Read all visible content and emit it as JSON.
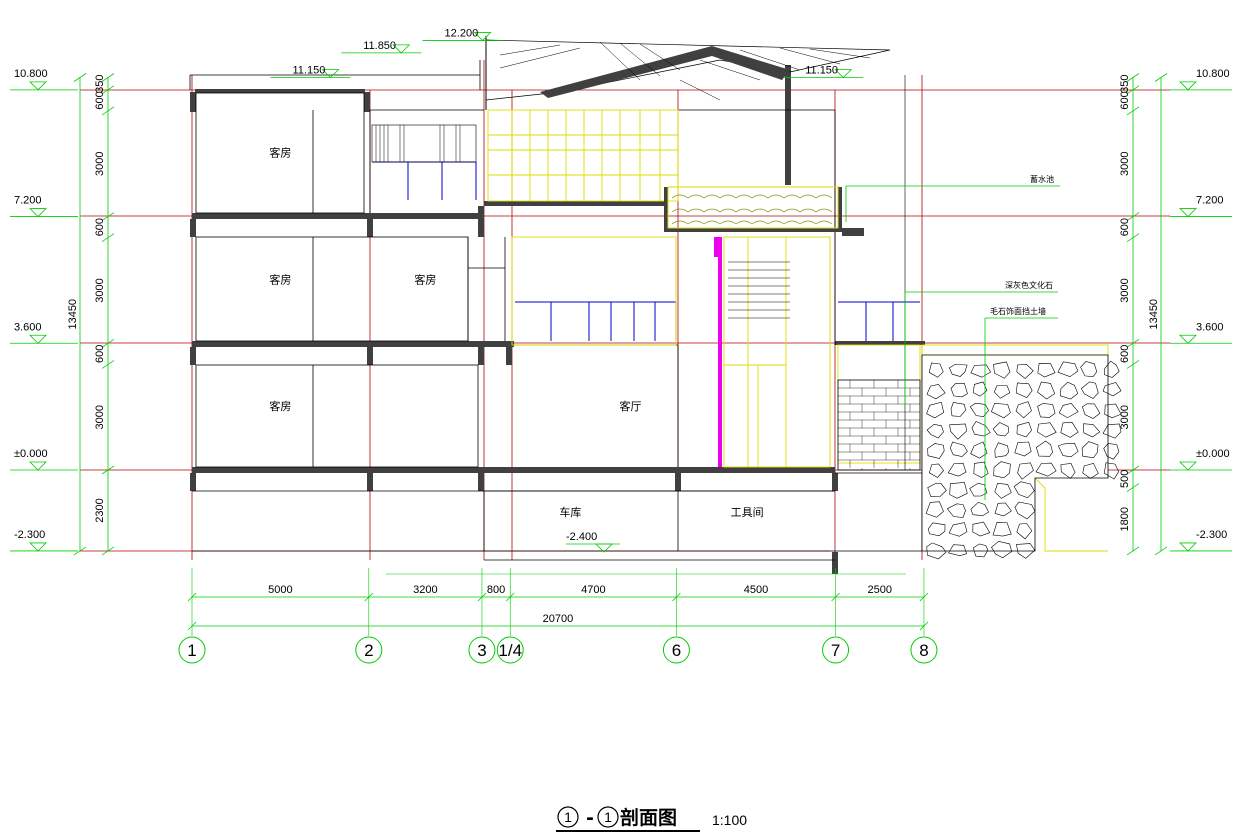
{
  "levels_left": [
    {
      "label": "10.800",
      "yv": 10.8
    },
    {
      "label": "7.200",
      "yv": 7.2
    },
    {
      "label": "3.600",
      "yv": 3.6
    },
    {
      "label": "±0.000",
      "yv": 0.0
    },
    {
      "label": "-2.300",
      "yv": -2.3
    }
  ],
  "levels_right": [
    {
      "label": "10.800",
      "yv": 10.8
    },
    {
      "label": "7.200",
      "yv": 7.2
    },
    {
      "label": "3.600",
      "yv": 3.6
    },
    {
      "label": "±0.000",
      "yv": 0.0
    },
    {
      "label": "-2.300",
      "yv": -2.3
    }
  ],
  "top_levels": [
    {
      "label": "12.200",
      "yv": 12.2,
      "xv": 8.5
    },
    {
      "label": "11.850",
      "yv": 11.85,
      "xv": 6.2
    },
    {
      "label": "11.150",
      "yv": 11.15,
      "xv": 4.2
    },
    {
      "label": "11.150",
      "yv": 11.15,
      "xv": 18.7
    }
  ],
  "vertical_dims_left": [
    "350",
    "600",
    "3000",
    "600",
    "3000",
    "600",
    "3000",
    "2300"
  ],
  "vertical_dims_right": [
    "350",
    "600",
    "3000",
    "600",
    "3000",
    "600",
    "3000",
    "500",
    "1800"
  ],
  "vertical_total": "13450",
  "horizontal_dims": [
    "5000",
    "3200",
    "800",
    "4700",
    "4500",
    "2500"
  ],
  "horizontal_total": "20700",
  "axes": [
    {
      "label": "1",
      "xv": 0
    },
    {
      "label": "2",
      "xv": 5.0
    },
    {
      "label": "3",
      "xv": 8.2
    },
    {
      "label": "1/4",
      "xv": 9.0
    },
    {
      "label": "6",
      "xv": 13.7
    },
    {
      "label": "7",
      "xv": 18.2
    },
    {
      "label": "8",
      "xv": 20.7
    }
  ],
  "rooms": [
    {
      "label": "客房",
      "xv": 2.5,
      "yv": 8.9
    },
    {
      "label": "客房",
      "xv": 2.5,
      "yv": 5.3
    },
    {
      "label": "客房",
      "xv": 6.6,
      "yv": 5.3
    },
    {
      "label": "客房",
      "xv": 2.5,
      "yv": 1.7
    },
    {
      "label": "客厅",
      "xv": 12.4,
      "yv": 1.7
    },
    {
      "label": "车库",
      "xv": 10.7,
      "yv": -1.3
    },
    {
      "label": "工具间",
      "xv": 15.7,
      "yv": -1.3
    }
  ],
  "garage_level": "-2.400",
  "annotations": {
    "pool": "蓄水池",
    "culture_stone": "深灰色文化石",
    "rubble_wall": "毛石饰面挡土墙"
  },
  "title": {
    "circle_a": "1",
    "dash": "-",
    "circle_b": "1",
    "name": "剖面图",
    "scale": "1:100"
  },
  "colors": {
    "grid": "#b00000",
    "dimension": "#00cc00",
    "room_line": "#000000",
    "window": "#0000cc",
    "glazing": "#dddd00",
    "accent": "#ee00ee",
    "slab": "#404040"
  }
}
